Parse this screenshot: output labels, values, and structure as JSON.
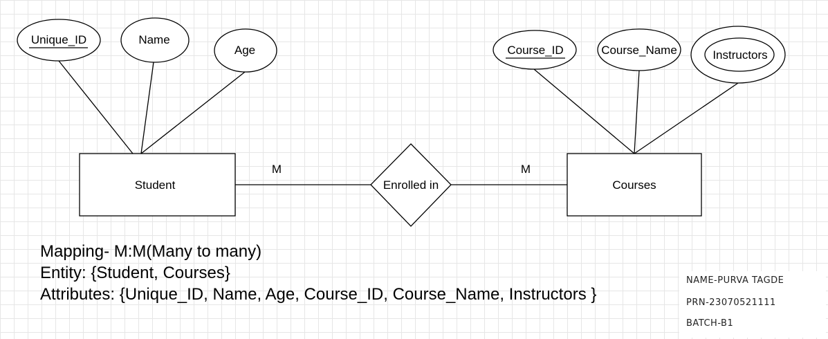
{
  "diagram": {
    "entities": {
      "student": "Student",
      "courses": "Courses"
    },
    "relationship": "Enrolled in",
    "cardinality": {
      "student_side": "M",
      "courses_side": "M"
    },
    "attributes": {
      "unique_id": "Unique_ID",
      "name": "Name",
      "age": "Age",
      "course_id": "Course_ID",
      "course_name": "Course_Name",
      "instructors": "Instructors"
    }
  },
  "notes": {
    "mapping": "Mapping- M:M(Many to many)",
    "entity": "Entity: {Student, Courses}",
    "attributes": "Attributes: {Unique_ID, Name, Age, Course_ID, Course_Name, Instructors }"
  },
  "student_info": {
    "name": "NAME-PURVA TAGDE",
    "prn": "PRN-23070521111",
    "batch": "BATCH-B1"
  }
}
